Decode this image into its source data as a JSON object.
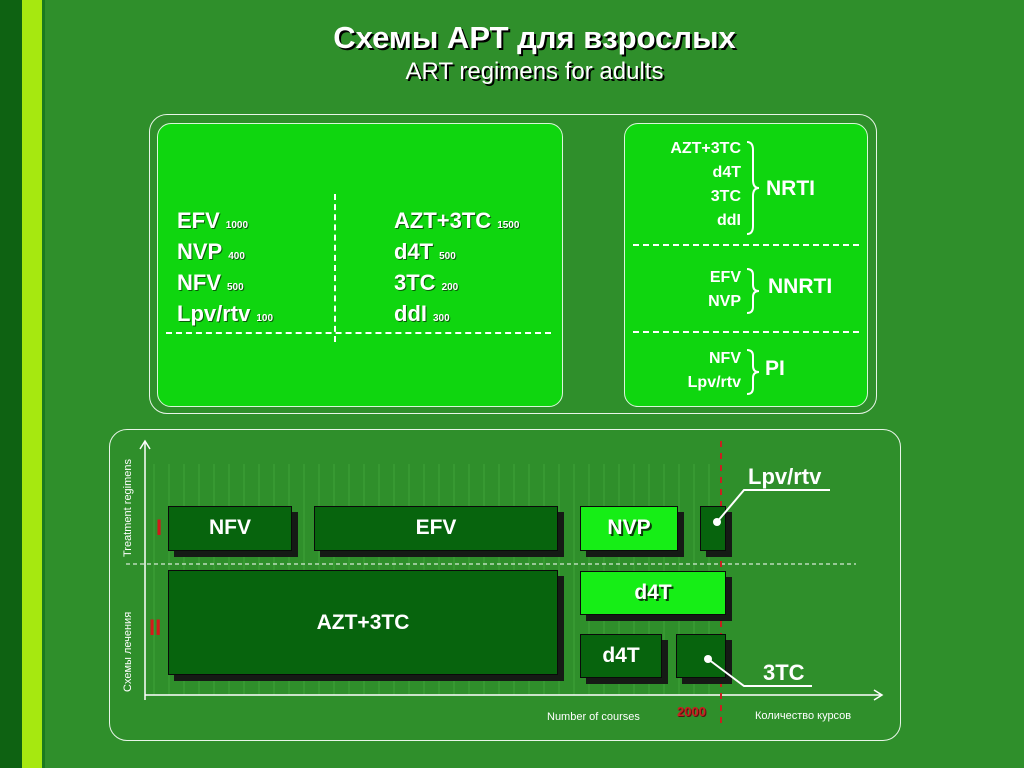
{
  "title": "Схемы АРТ для взрослых",
  "subtitle": "ART regimens for adults",
  "left_panel": {
    "col1": [
      {
        "name": "EFV",
        "dose": "1000"
      },
      {
        "name": "NVP",
        "dose": "400"
      },
      {
        "name": "NFV",
        "dose": "500"
      },
      {
        "name": "Lpv/rtv",
        "dose": "100"
      }
    ],
    "col2": [
      {
        "name": "AZT+3TC",
        "dose": "1500"
      },
      {
        "name": "d4T",
        "dose": "500"
      },
      {
        "name": "3TC",
        "dose": "200"
      },
      {
        "name": "ddI",
        "dose": "300"
      }
    ]
  },
  "right_panel": {
    "nrti": {
      "drugs": [
        "AZT+3TC",
        "d4T",
        "3TC",
        "ddI"
      ],
      "label": "NRTI"
    },
    "nnrti": {
      "drugs": [
        "EFV",
        "NVP"
      ],
      "label": "NNRTI"
    },
    "pi": {
      "drugs": [
        "NFV",
        "Lpv/rtv"
      ],
      "label": "PI"
    }
  },
  "chart": {
    "y_label_en": "Treatment regimens",
    "y_label_ru": "Схемы лечения",
    "row1_marker": "I",
    "row2_marker": "II",
    "x_label_en": "Number of courses",
    "x_label_ru": "Количество курсов",
    "year": "2000",
    "bars": {
      "nfv": "NFV",
      "efv": "EFV",
      "nvp": "NVP",
      "azt3tc": "AZT+3TC",
      "d4t_bright": "d4T",
      "d4t_dark": "d4T"
    },
    "callout_lpv": "Lpv/rtv",
    "callout_3tc": "3TC"
  },
  "colors": {
    "background": "#2f8f2b",
    "panel": "#0fd60f",
    "bar_dark": "#07640d",
    "bar_bright": "#16ee16",
    "marker_red": "#d21a1a"
  }
}
